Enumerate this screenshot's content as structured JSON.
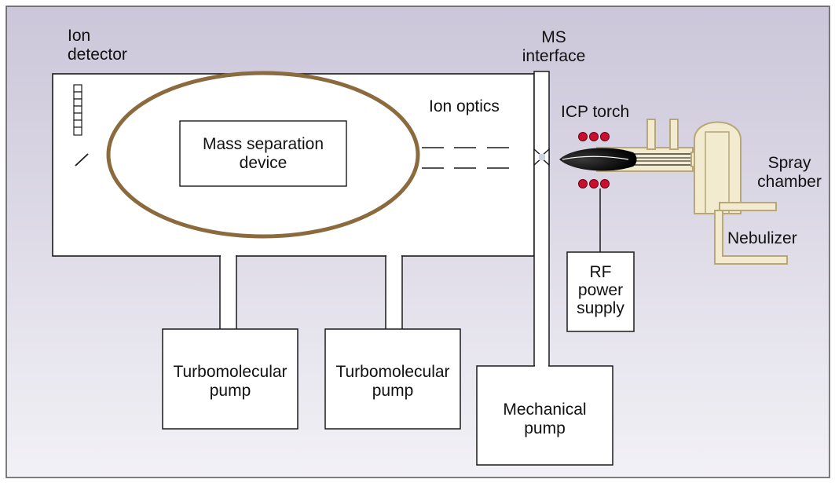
{
  "labels": {
    "ion_detector": [
      "Ion",
      "detector"
    ],
    "ms_interface": [
      "MS",
      "interface"
    ],
    "ion_optics": "Ion optics",
    "icp_torch": "ICP torch",
    "mass_separation": [
      "Mass separation",
      "device"
    ],
    "spray_chamber": [
      "Spray",
      "chamber"
    ],
    "nebulizer": "Nebulizer",
    "rf_power_supply": [
      "RF",
      "power",
      "supply"
    ],
    "turbo_pump_1": [
      "Turbomolecular",
      "pump"
    ],
    "turbo_pump_2": [
      "Turbomolecular",
      "pump"
    ],
    "mechanical_pump": [
      "Mechanical",
      "pump"
    ]
  },
  "colors": {
    "background_top": "#cbc6d9",
    "background_bottom": "#f2f1f6",
    "outline": "#1a1a1a",
    "ellipse": "#8b6b3d",
    "coil": "#c8102e",
    "torch_flame": "#111111",
    "glass": "#f3ebcf",
    "glass_edge": "#b8a779"
  }
}
